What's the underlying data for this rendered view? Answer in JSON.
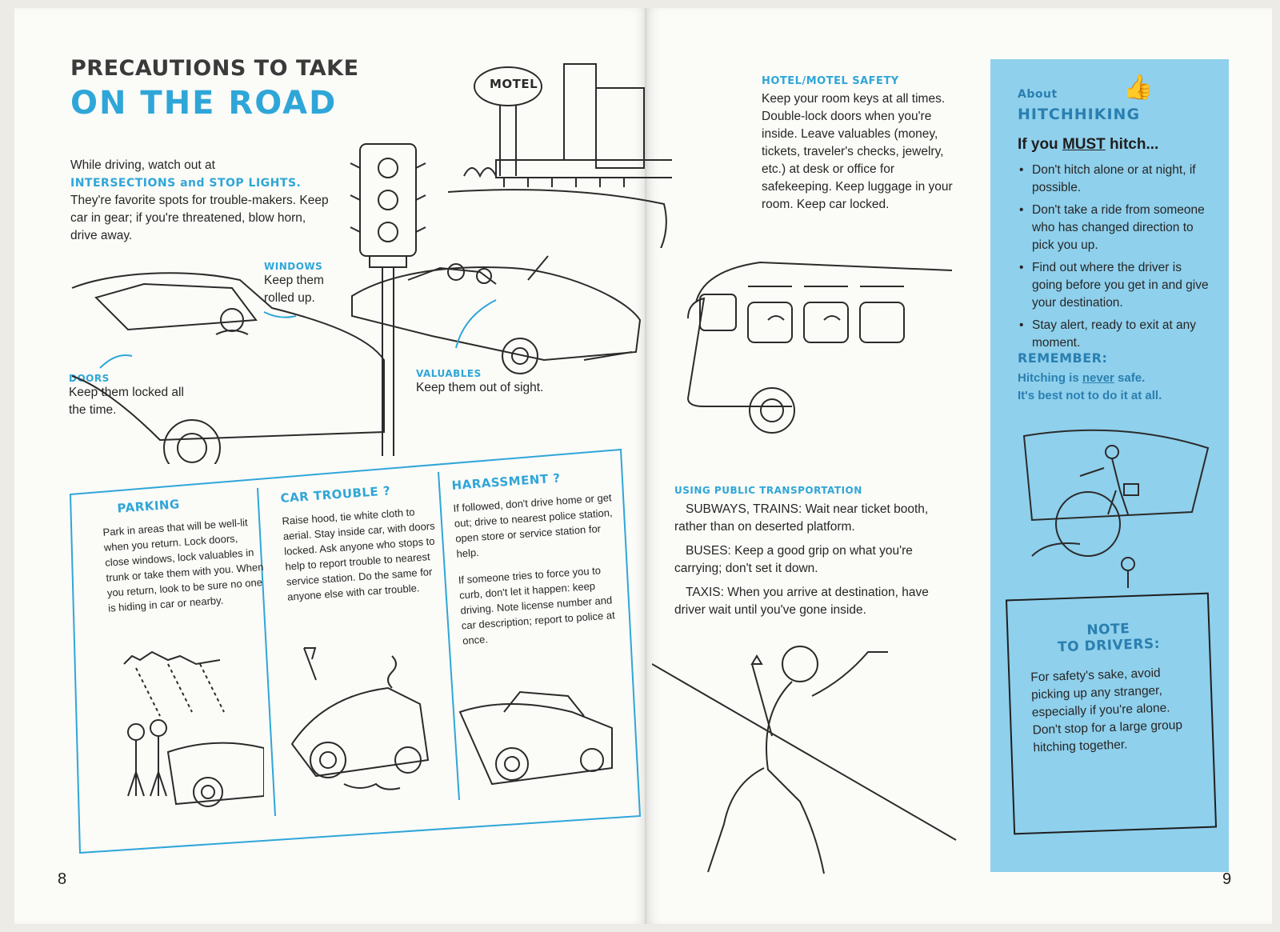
{
  "left": {
    "title_line1": "PRECAUTIONS TO TAKE",
    "title_line2": "ON THE ROAD",
    "intro_line1": "While driving, watch out at",
    "intro_highlight": "INTERSECTIONS and STOP LIGHTS.",
    "intro_rest": "They're favorite spots for trouble-makers. Keep car in gear; if you're threatened, blow horn, drive away.",
    "windows_heading": "WINDOWS",
    "windows_text": "Keep them rolled up.",
    "doors_heading": "DOORS",
    "doors_text": "Keep them locked all the time.",
    "valuables_heading": "VALUABLES",
    "valuables_text": "Keep them out of sight.",
    "motel_sign": "MOTEL",
    "parking_heading": "PARKING",
    "parking_text": "Park in areas that will be well-lit when you return. Lock doors, close windows, lock valuables in trunk or take them with you. When you return, look to be sure no one is hiding in car or nearby.",
    "trouble_heading": "CAR TROUBLE ?",
    "trouble_text": "Raise hood, tie white cloth to aerial. Stay inside car, with doors locked. Ask anyone who stops to help to report trouble to nearest service station. Do the same for anyone else with car trouble.",
    "harass_heading": "HARASSMENT ?",
    "harass_text1": "If followed, don't drive home or get out; drive to nearest police station, open store or service station for help.",
    "harass_text2": "If someone tries to force you to curb, don't let it happen: keep driving. Note license number and car description; report to police at once.",
    "page_number": "8"
  },
  "right": {
    "hotel_heading": "HOTEL/MOTEL SAFETY",
    "hotel_text": "Keep your room keys at all times. Double-lock doors when you're inside. Leave valuables (money, tickets, traveler's checks, jewelry, etc.) at desk or office for safekeeping. Keep luggage in your room. Keep car locked.",
    "transit_heading": "USING PUBLIC TRANSPORTATION",
    "subways": "SUBWAYS, TRAINS: Wait near ticket booth, rather than on deserted platform.",
    "buses": "BUSES: Keep a good grip on what you're carrying; don't set it down.",
    "taxis": "TAXIS: When you arrive at destination, have driver wait until you've gone inside.",
    "page_number": "9",
    "hitch": {
      "about": "About",
      "heading": "HITCHHIKING",
      "if_pre": "If you ",
      "if_must": "MUST",
      "if_post": " hitch...",
      "items": [
        "Don't hitch alone or at night, if possible.",
        "Don't take a ride from someone who has changed direction to pick you up.",
        "Find out where the driver is going before you get in and give your destination.",
        "Stay alert, ready to exit at any moment."
      ],
      "remember": "REMEMBER:",
      "remember_l1_pre": "Hitching is ",
      "remember_l1_never": "never",
      "remember_l1_post": " safe.",
      "remember_l2": "It's best not to do it at all.",
      "note_heading_1": "NOTE",
      "note_heading_2": "TO DRIVERS:",
      "note_text": "For safety's sake, avoid picking up any stranger, especially if you're alone. Don't stop for a large group hitching together."
    }
  },
  "colors": {
    "accent_blue": "#2fa6d8",
    "panel_blue": "#8fd0ec",
    "ink": "#262626"
  }
}
